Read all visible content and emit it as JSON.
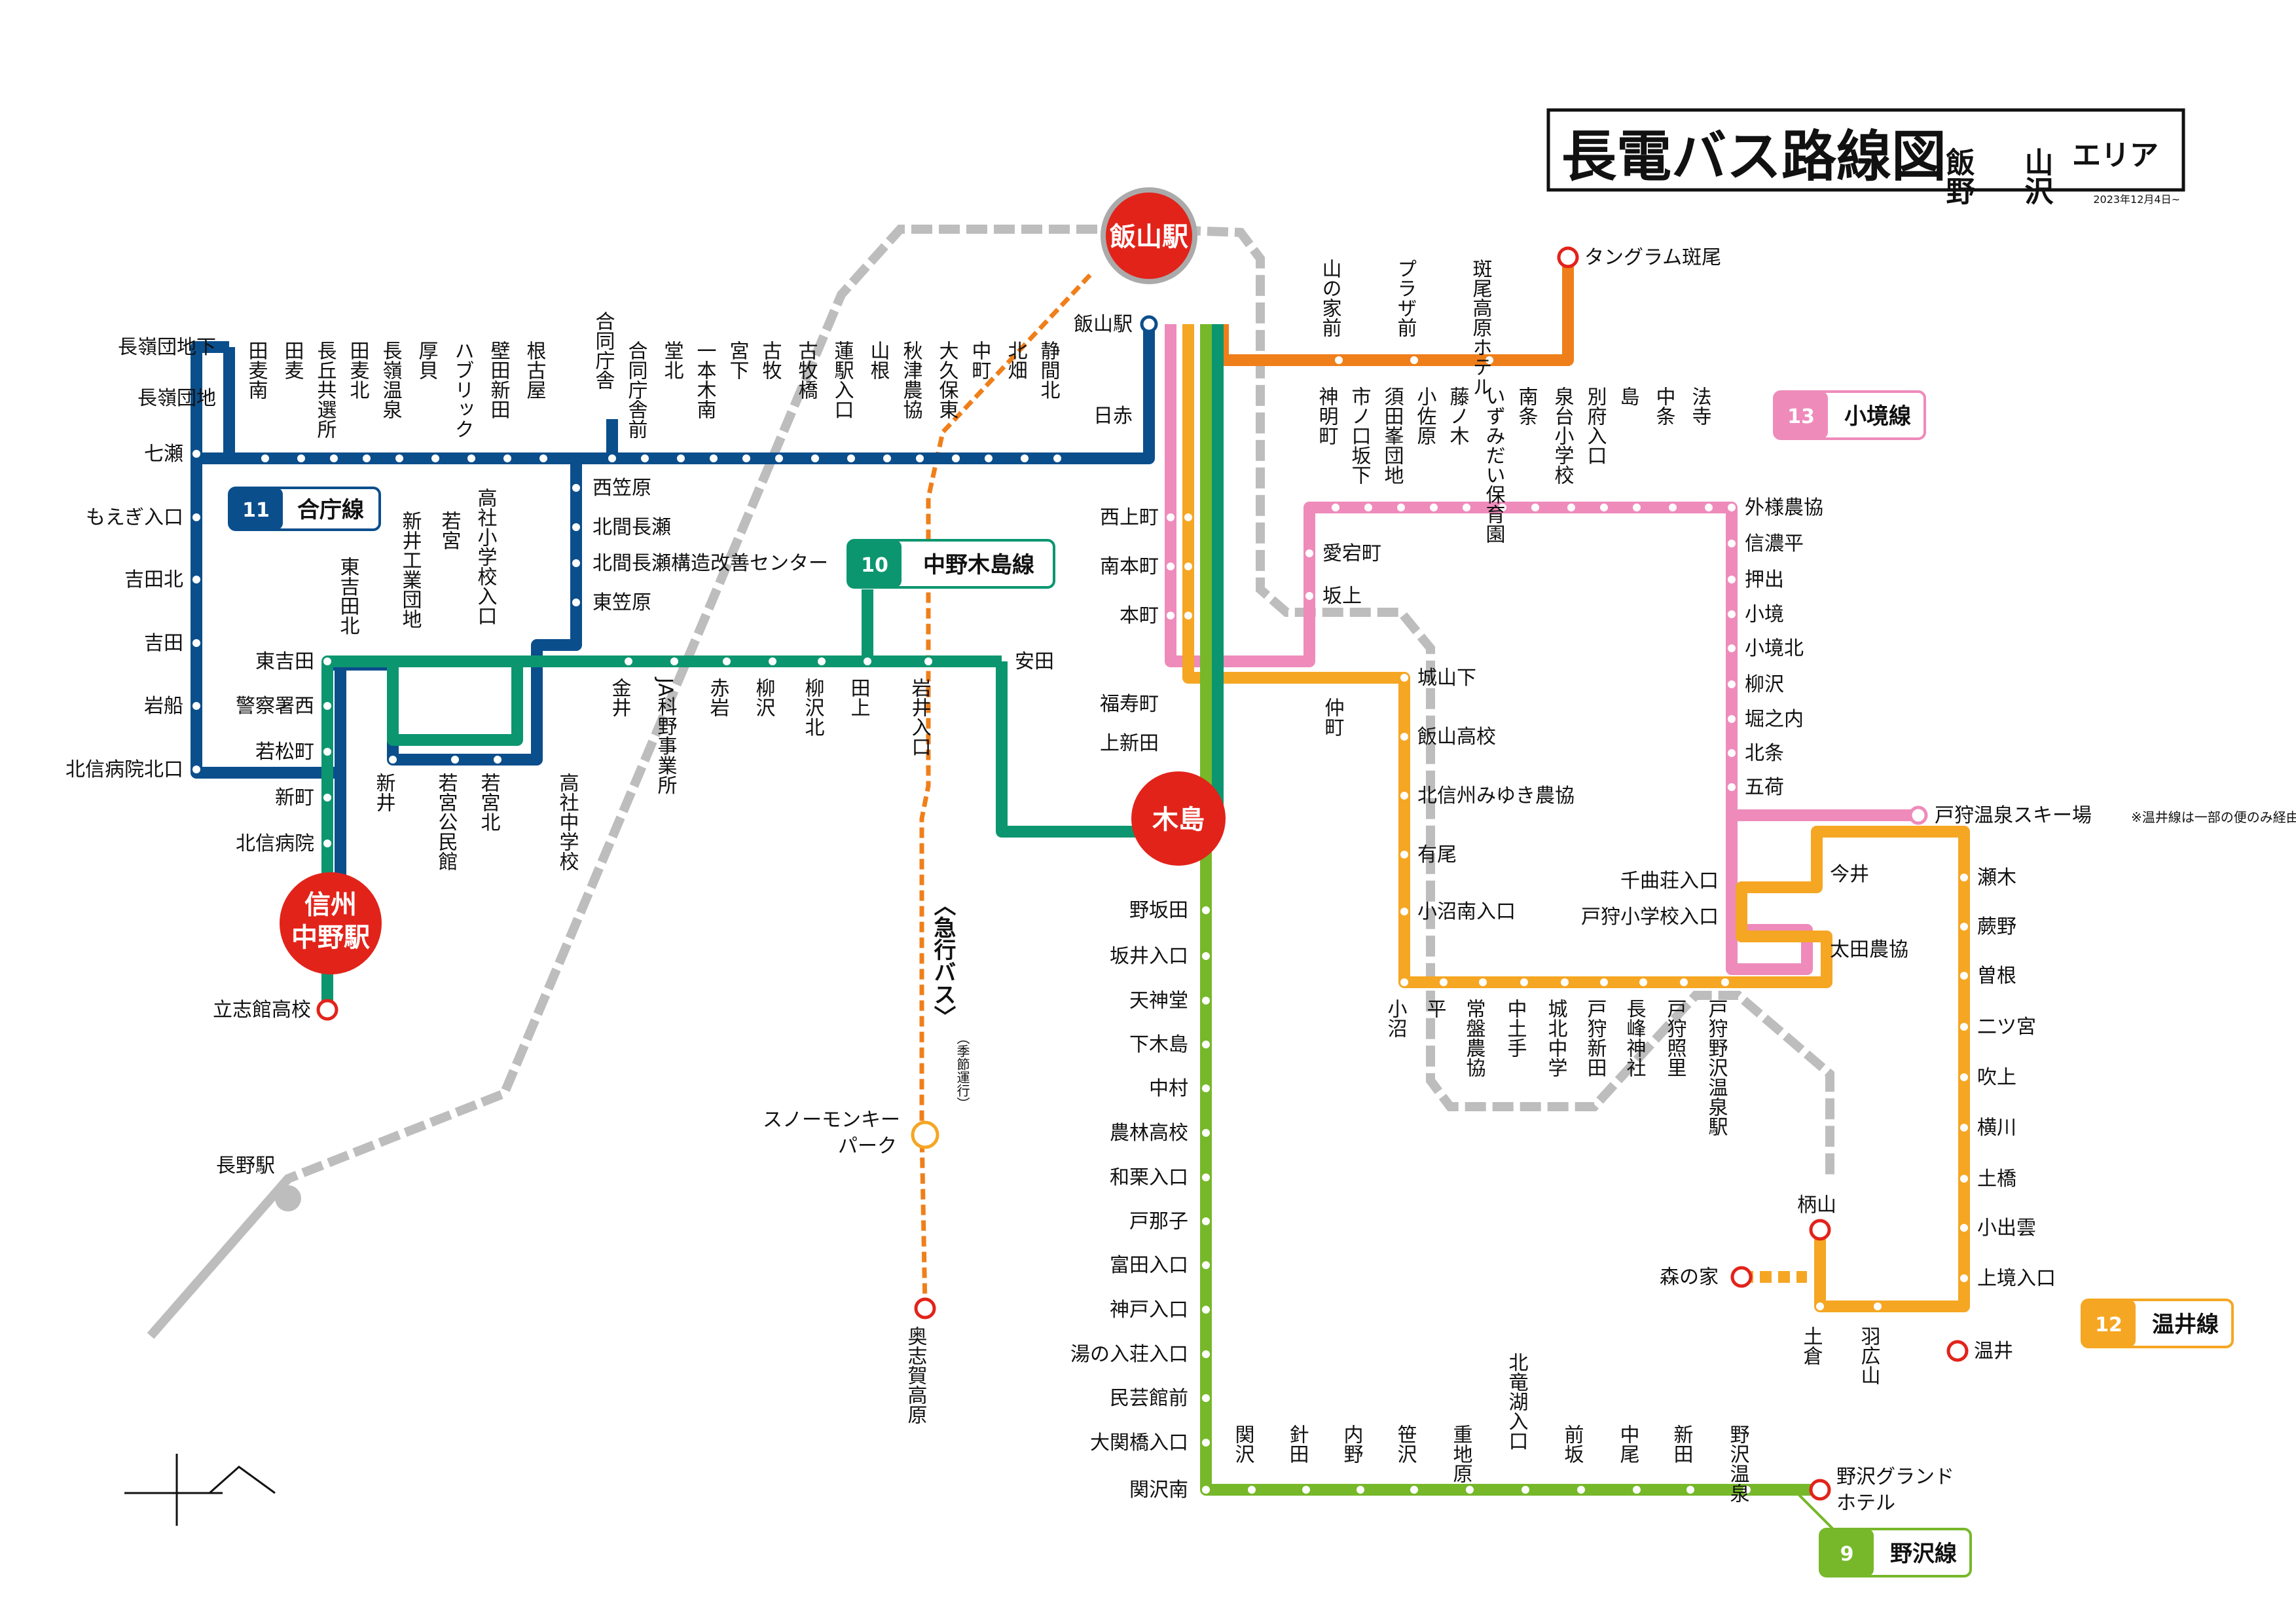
{
  "title": {
    "main": "長電バス路線図",
    "area1": "飯野",
    "area2": "山沢",
    "area_suffix": "エリア",
    "date": "2023年12月4日~"
  },
  "colors": {
    "blue": "#0b4e8c",
    "green": "#0c9670",
    "pink": "#ee8bbb",
    "orange": "#f5a623",
    "dkorange": "#ef7f1a",
    "lime": "#76b82a",
    "rail": "#bdbdbd",
    "red": "#e2231a"
  },
  "hubs": {
    "iiyama": "飯山駅",
    "kijima": "木島",
    "nakano1": "信州",
    "nakano2": "中野駅"
  },
  "routes": {
    "r9": {
      "num": "9",
      "name": "野沢線"
    },
    "r10": {
      "num": "10",
      "name": "中野木島線"
    },
    "r11": {
      "num": "11",
      "name": "合庁線"
    },
    "r12": {
      "num": "12",
      "name": "温井線"
    },
    "r13": {
      "num": "13",
      "name": "小境線"
    }
  },
  "express": {
    "label": "〈急行バス〉",
    "note": "（季節運行）"
  },
  "notes": {
    "togari": "※温井線は一部の便のみ経由"
  },
  "stations": {
    "nagano": "長野駅",
    "snow1": "スノーモンキー",
    "snow2": "パーク",
    "okushiga": "奥志賀高原",
    "mori": "森の家",
    "karayama": "柄山",
    "tangram": "タングラム斑尾"
  },
  "stops": {
    "blue_top_v": [
      "田麦南",
      "田麦",
      "長丘共選所",
      "田麦北",
      "長嶺温泉",
      "厚貝",
      "ハブリック",
      "壁田新田",
      "根古屋",
      "合同庁舎",
      "合同庁舎前",
      "堂北",
      "一本木南",
      "宮下",
      "古牧",
      "古牧橋",
      "蓮駅入口",
      "山根",
      "秋津農協",
      "大久保東",
      "中町",
      "北畑",
      "静間北"
    ],
    "blue_left": [
      "長嶺団地下",
      "長嶺団地",
      "七瀬",
      "もえぎ入口",
      "吉田北",
      "吉田",
      "岩船",
      "北信病院北口"
    ],
    "blue_inner": [
      "東吉田",
      "警察署西",
      "若松町",
      "新町",
      "北信病院"
    ],
    "blue_inner_v": [
      "東吉田北",
      "新井工業団地",
      "若宮",
      "高社小学校入口"
    ],
    "blue_loop_right": [
      "西笠原",
      "北間長瀬",
      "北間長瀬構造改善センター",
      "東笠原"
    ],
    "blue_bottom_v": [
      "新井",
      "若宮公民館",
      "若宮北",
      "高社中学校"
    ],
    "rikkyo": "立志館高校",
    "green_v": [
      "金井",
      "JA科野事業所",
      "赤岩",
      "柳沢",
      "柳沢北",
      "田上",
      "岩井入口"
    ],
    "green_right": "安田",
    "iiyama_stop": "飯山駅",
    "hiaka": "日赤",
    "trunk": [
      "西上町",
      "南本町",
      "本町",
      "福寿町",
      "上新田"
    ],
    "lime_left": [
      "野坂田",
      "坂井入口",
      "天神堂",
      "下木島",
      "中村",
      "農林高校",
      "和栗入口",
      "戸那子",
      "富田入口",
      "神戸入口",
      "湯の入荘入口",
      "民芸館前",
      "大関橋入口",
      "関沢南"
    ],
    "lime_bottom_v": [
      "関沢",
      "針田",
      "内野",
      "笹沢",
      "重地原",
      "北竜湖入口",
      "前坂",
      "中尾",
      "新田",
      "野沢温泉"
    ],
    "nozawa_grand1": "野沢グランド",
    "nozawa_grand2": "ホテル",
    "dkorange_v": [
      "山の家前",
      "プラザ前",
      "斑尾高原ホテル"
    ],
    "pink_top_v": [
      "神明町",
      "市ノ口坂下",
      "須田峯団地",
      "小佐原",
      "藤ノ木",
      "いずみだい保育園",
      "南条",
      "泉台小学校",
      "別府入口",
      "島",
      "中条",
      "法寺"
    ],
    "pink_left": [
      "愛宕町",
      "坂上"
    ],
    "pink_right": [
      "外様農協",
      "信濃平",
      "押出",
      "小境",
      "小境北",
      "柳沢",
      "堀之内",
      "北条",
      "五荷"
    ],
    "togari_ski": "戸狩温泉スキー場",
    "orange_mid": [
      "城山下",
      "飯山高校",
      "北信州みゆき農協",
      "有尾",
      "小沼南入口"
    ],
    "nakamachi": "仲町",
    "orange_bottom_v": [
      "小沼",
      "平",
      "常盤農協",
      "中土手",
      "城北中学",
      "戸狩新田",
      "長峰神社",
      "戸狩照里",
      "戸狩野沢温泉駅"
    ],
    "orange_right_left": [
      "千曲荘入口",
      "戸狩小学校入口"
    ],
    "imai": "今井",
    "ota": "太田農協",
    "nukui_line": [
      "瀬木",
      "蕨野",
      "曽根",
      "二ツ宮",
      "吹上",
      "横川",
      "土橋",
      "小出雲",
      "上境入口"
    ],
    "nukui": "温井",
    "nukui_bottom_v": [
      "土倉",
      "羽広山"
    ]
  }
}
